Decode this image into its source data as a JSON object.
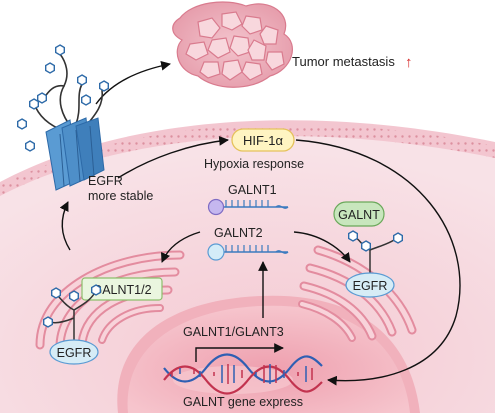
{
  "labels": {
    "tumor": "Tumor metastasis",
    "tumor_arrow": "↑",
    "hif": "HIF-1α",
    "hypoxia": "Hypoxia response",
    "egfr_stable_1": "EGFR",
    "egfr_stable_2": "more stable",
    "galnt1": "GALNT1",
    "galnt2": "GALNT2",
    "galnt": "GALNT",
    "egfr_golgi": "EGFR",
    "galnt12": "GALNT1/2",
    "egfr_er": "EGFR",
    "galnt_glant3": "GALNT1/GLANT3",
    "gene_express": "GALNT gene express"
  },
  "icons": {
    "glycan": "hexagon-glycan-icon",
    "receptor": "egfr-receptor-icon",
    "dna": "dna-helix-icon",
    "mrna": "mrna-strand-icon",
    "tumor": "tumor-cells-icon"
  },
  "colors": {
    "cell_fill": "#f6dde3",
    "membrane": "#e9a7b5",
    "nucleus": "#f1b9c1",
    "receptor": "#4e8fc9",
    "hif_badge": "#fff4c2",
    "galnt_badge": "#c8e6bd",
    "egfr_badge": "#d6ecf6",
    "up_arrow": "#d62828",
    "mrna_bead": "#c5b7ef"
  }
}
